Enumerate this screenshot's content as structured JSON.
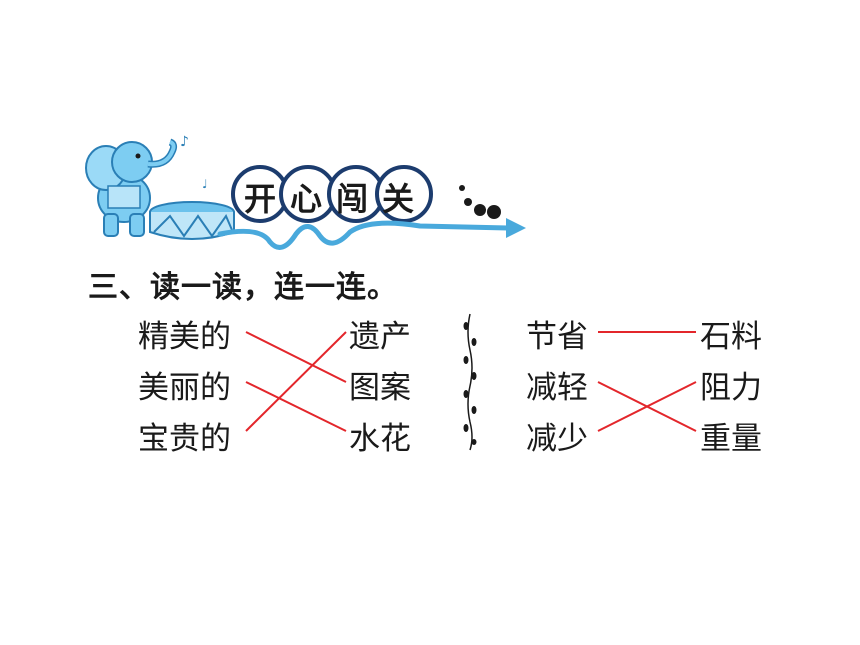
{
  "banner": {
    "title": "开心闯关"
  },
  "exercise": {
    "heading": "三、读一读，连一连。",
    "left_group": {
      "adjectives": [
        "精美的",
        "美丽的",
        "宝贵的"
      ],
      "nouns": [
        "遗产",
        "图案",
        "水花"
      ],
      "connections": [
        [
          0,
          1
        ],
        [
          1,
          2
        ],
        [
          2,
          0
        ]
      ]
    },
    "right_group": {
      "verbs": [
        "节省",
        "减轻",
        "减少"
      ],
      "objects": [
        "石料",
        "阻力",
        "重量"
      ],
      "connections": [
        [
          0,
          0
        ],
        [
          1,
          2
        ],
        [
          2,
          1
        ]
      ]
    }
  },
  "colors": {
    "line_color": "#e3262b",
    "banner_blue": "#49a9dc",
    "text": "#1a1a1a"
  }
}
